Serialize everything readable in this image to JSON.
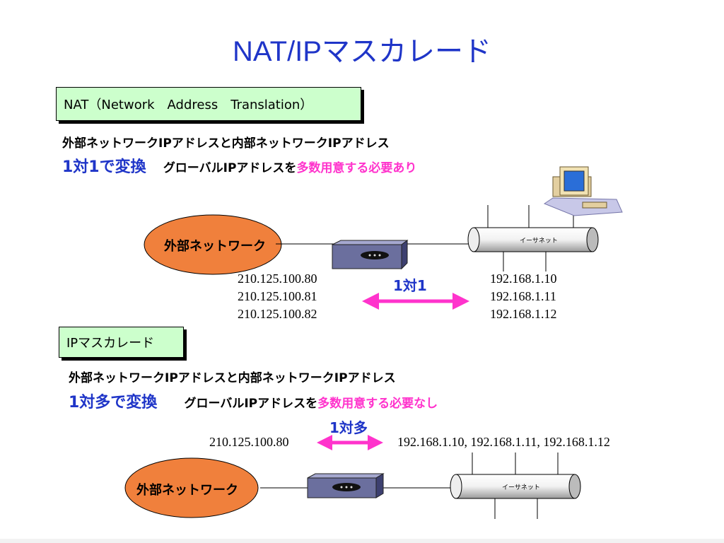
{
  "title": "NAT/IPマスカレード",
  "nat": {
    "box_label": "NAT（Network　Address　Translation）",
    "line1": "外部ネットワークIPアドレスと内部ネットワークIPアドレス",
    "convert": "1対1で変換",
    "global_prefix": "グローバルIPアドレスを",
    "global_emphasis": "多数用意する必要あり",
    "external_label": "外部ネットワーク",
    "ethernet_label": "イーサネット",
    "external_ips": [
      "210.125.100.80",
      "210.125.100.81",
      "210.125.100.82"
    ],
    "internal_ips": [
      "192.168.1.10",
      "192.168.1.11",
      "192.168.1.12"
    ],
    "ratio": "1対1"
  },
  "masq": {
    "box_label": "IPマスカレード",
    "line1": "外部ネットワークIPアドレスと内部ネットワークIPアドレス",
    "convert": "1対多で変換",
    "global_prefix": "グローバルIPアドレスを",
    "global_emphasis": "多数用意する必要なし",
    "external_label": "外部ネットワーク",
    "ethernet_label": "イーサネット",
    "external_ip": "210.125.100.80",
    "internal_ips": "192.168.1.10,   192.168.1.11,   192.168.1.12",
    "ratio": "1対多"
  },
  "colors": {
    "title_blue": "#1f35c8",
    "box_green": "#ccffcc",
    "ellipse_orange": "#f0803c",
    "arrow_pink": "#ff33cc"
  }
}
